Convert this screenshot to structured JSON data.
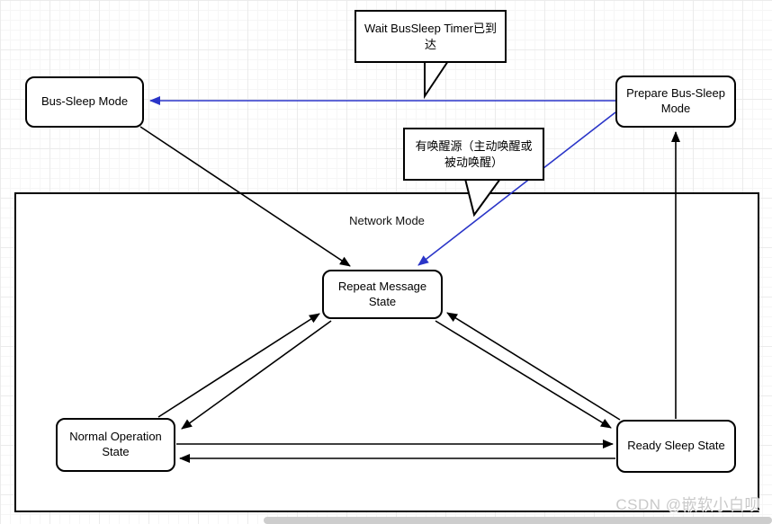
{
  "diagram": {
    "container_label": "Network Mode",
    "nodes": {
      "bus_sleep": "Bus-Sleep Mode",
      "prepare_bus_sleep": "Prepare Bus-Sleep Mode",
      "repeat_message": "Repeat Message State",
      "normal_operation": "Normal Operation State",
      "ready_sleep": "Ready Sleep State"
    },
    "callouts": {
      "timer": "Wait BusSleep Timer已到达",
      "wakeup": "有唤醒源（主动唤醒或被动唤醒）"
    },
    "edges": [
      {
        "from": "prepare_bus_sleep",
        "to": "bus_sleep",
        "color": "blue"
      },
      {
        "from": "prepare_bus_sleep",
        "to": "repeat_message",
        "color": "blue"
      },
      {
        "from": "bus_sleep",
        "to": "repeat_message",
        "color": "black"
      },
      {
        "from": "ready_sleep",
        "to": "prepare_bus_sleep",
        "color": "black"
      },
      {
        "from": "normal_operation",
        "to": "repeat_message",
        "color": "black"
      },
      {
        "from": "repeat_message",
        "to": "normal_operation",
        "color": "black"
      },
      {
        "from": "ready_sleep",
        "to": "repeat_message",
        "color": "black"
      },
      {
        "from": "repeat_message",
        "to": "ready_sleep",
        "color": "black"
      },
      {
        "from": "normal_operation",
        "to": "ready_sleep",
        "color": "black"
      },
      {
        "from": "ready_sleep",
        "to": "normal_operation",
        "color": "black"
      }
    ],
    "colors": {
      "edge_default": "#000000",
      "edge_highlight": "#2a35c8",
      "node_fill": "#ffffff",
      "node_border": "#000000",
      "grid_minor": "#f6f6f6",
      "grid_major": "#ebebeb"
    }
  },
  "watermark": "CSDN @嵌软小白呗"
}
